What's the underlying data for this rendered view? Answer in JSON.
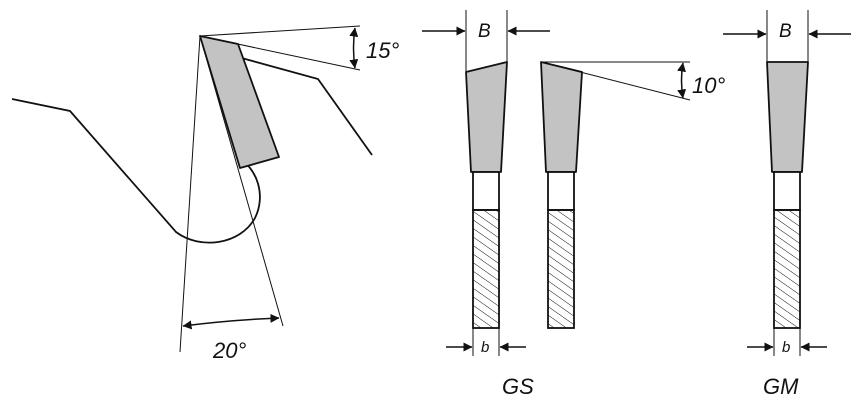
{
  "tooth_profile": {
    "clearance_angle": "20°",
    "top_bevel_angle": "15°"
  },
  "gs": {
    "name": "GS",
    "width_label_upper": "B",
    "width_label_lower": "b",
    "bevel_angle": "10°"
  },
  "gm": {
    "name": "GM",
    "width_label_upper": "B",
    "width_label_lower": "b"
  },
  "colors": {
    "carbide": "#c3c3c3",
    "stroke": "#111111",
    "background": "#ffffff"
  }
}
